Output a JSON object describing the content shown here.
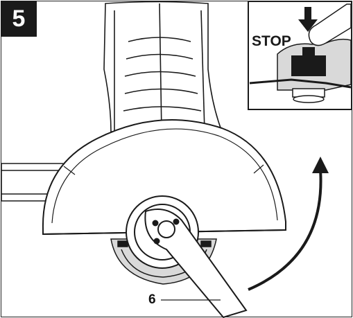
{
  "figure": {
    "step_number": "5",
    "inset_text": "STOP",
    "callout_label": "6"
  },
  "icons": {
    "curved_arrow": "rotation-arrow-icon",
    "down_arrow": "press-down-arrow-icon",
    "finger": "pressing-finger-icon"
  },
  "colors": {
    "line": "#1a1a1a",
    "fill_light": "#ffffff",
    "fill_grey": "#d9d9d9",
    "fill_dark": "#1a1a1a"
  }
}
